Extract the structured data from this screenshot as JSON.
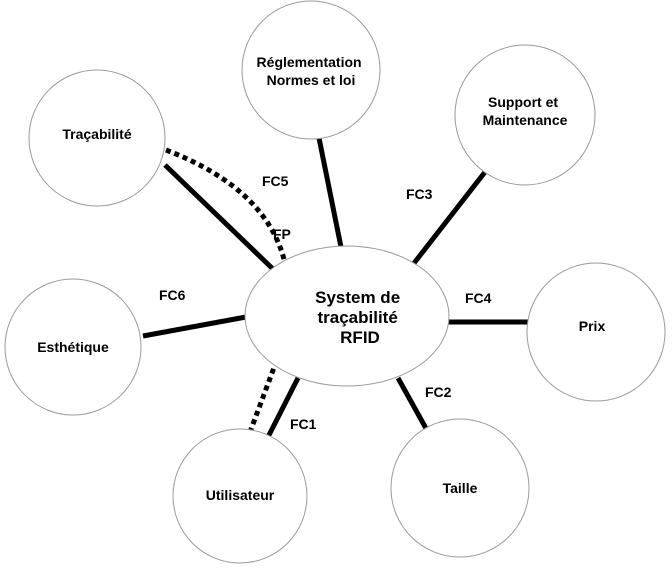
{
  "center": {
    "lines": [
      "System de",
      "traçabilité",
      "RFID"
    ]
  },
  "nodes": {
    "reglementation": {
      "lines": [
        "Réglementation",
        "Normes et loi"
      ]
    },
    "support": {
      "lines": [
        "Support et",
        "Maintenance"
      ]
    },
    "tracabilite": {
      "lines": [
        "Traçabilité"
      ]
    },
    "prix": {
      "lines": [
        "Prix"
      ]
    },
    "esthetique": {
      "lines": [
        "Esthétique"
      ]
    },
    "taille": {
      "lines": [
        "Taille"
      ]
    },
    "utilisateur": {
      "lines": [
        "Utilisateur"
      ]
    }
  },
  "functions": {
    "fc1": "FC1",
    "fc2": "FC2",
    "fc3": "FC3",
    "fc4": "FC4",
    "fc5": "FC5",
    "fc6": "FC6",
    "fp": "FP"
  }
}
